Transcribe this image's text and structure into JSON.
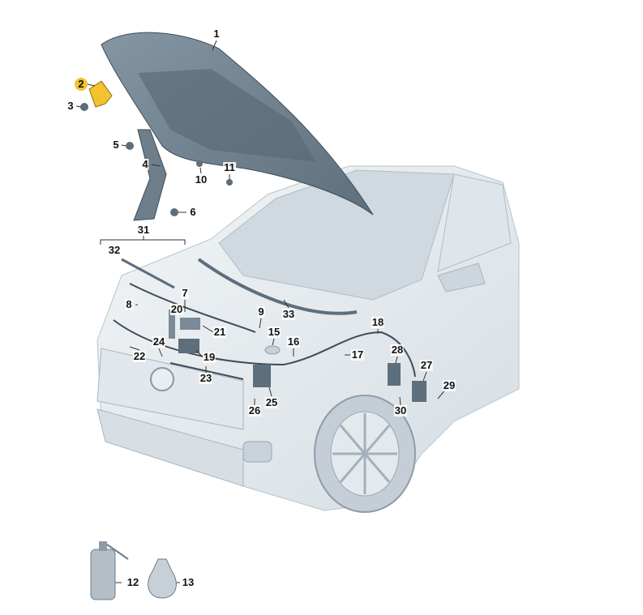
{
  "diagram": {
    "title_hidden": null,
    "highlighted_part": "2",
    "colors": {
      "highlight": "#f2c230",
      "hood": "#6f8494",
      "body": "#e3e9ee",
      "parts": "#5d6e7c"
    },
    "labels": [
      "1",
      "2",
      "3",
      "4",
      "5",
      "6",
      "7",
      "8",
      "9",
      "10",
      "11",
      "12",
      "13",
      "15",
      "16",
      "17",
      "18",
      "19",
      "20",
      "21",
      "22",
      "23",
      "24",
      "25",
      "26",
      "27",
      "28",
      "29",
      "30",
      "31",
      "32",
      "33"
    ]
  }
}
